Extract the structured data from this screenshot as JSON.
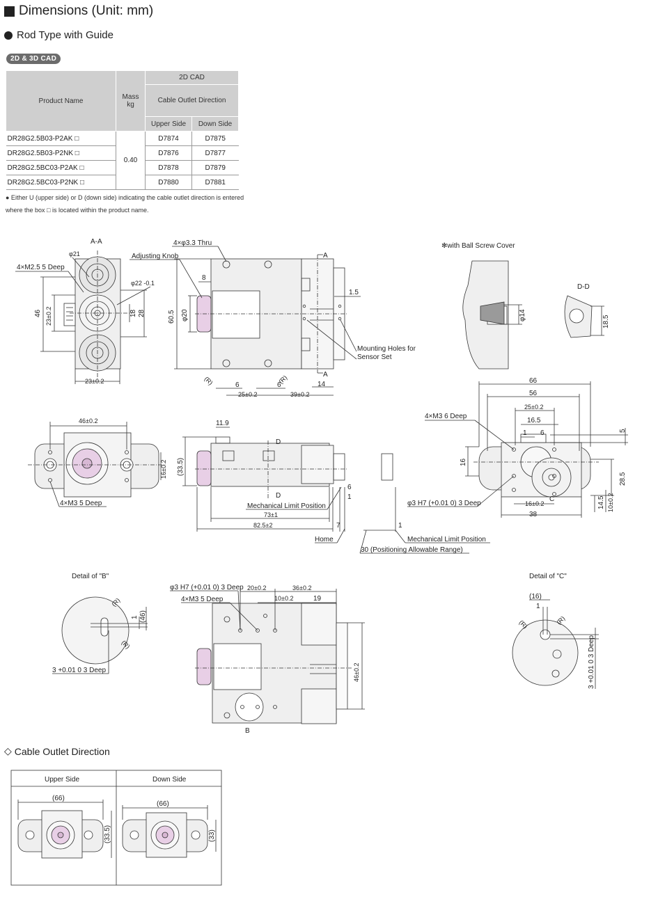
{
  "heading": "Dimensions (Unit: mm)",
  "subheading": "Rod Type with Guide",
  "cad_tag": "2D & 3D CAD",
  "table": {
    "col_product": "Product Name",
    "col_mass": "Mass",
    "col_mass_unit": "kg",
    "col_2dcad": "2D CAD",
    "col_cable_dir": "Cable Outlet Direction",
    "col_upper": "Upper Side",
    "col_down": "Down Side",
    "mass": "0.40",
    "rows": [
      {
        "name": "DR28G2.5B03-P2AK □",
        "upper": "D7874",
        "down": "D7875"
      },
      {
        "name": "DR28G2.5B03-P2NK □",
        "upper": "D7876",
        "down": "D7877"
      },
      {
        "name": "DR28G2.5BC03-P2AK □",
        "upper": "D7878",
        "down": "D7879"
      },
      {
        "name": "DR28G2.5BC03-P2NK □",
        "upper": "D7880",
        "down": "D7881"
      }
    ]
  },
  "notes": [
    "● Either U (upper side) or D (down side) indicating the cable outlet direction is entered",
    "where the box □ is located within the product name."
  ],
  "labels": {
    "aa": "A-A",
    "phi21": "φ21",
    "m25": "4×M2.5 5 Deep",
    "phi22": "φ22 -0.1",
    "d46": "46",
    "d23v": "23±0.2",
    "d18": "18",
    "d28": "28",
    "d23h": "23±0.2",
    "thru": "4×φ3.3 Thru",
    "knob": "Adjusting Knob",
    "a_top": "A",
    "a_bot": "A",
    "d8": "8",
    "d605": "60.5",
    "phi20": "φ20",
    "d15": "1.5",
    "mounting1": "Mounting Holes for",
    "mounting2": "Sensor Set",
    "r1": "(R)",
    "r2": "(R)",
    "d6a": "6",
    "d6b": "6",
    "d25": "25±0.2",
    "d39": "39±0.2",
    "d14": "14",
    "ballcover": "✻with Ball Screw Cover",
    "phi14": "φ14",
    "dd": "D-D",
    "d185": "18.5",
    "d46top": "46±0.2",
    "d16v": "16±0.2",
    "m3a": "4×M3 5 Deep",
    "d119": "11.9",
    "d335": "(33.5)",
    "dtop": "D",
    "dbot": "D",
    "mlp1": "Mechanical Limit Position",
    "d6c": "6",
    "d1a": "1",
    "d73": "73±1",
    "d825": "82.5±2",
    "d7": "7",
    "d1b": "1",
    "home": "Home",
    "mlp2": "Mechanical Limit Position",
    "range": "30 (Positioning Allowable Range)",
    "d66": "66",
    "d56": "56",
    "d25b": "25±0.2",
    "d165": "16.5",
    "d1c": "1",
    "d6d": "6",
    "m3b": "4×M3 6 Deep",
    "d5": "5",
    "d16": "16",
    "d285": "28.5",
    "phi3a": "φ3 H7 (+0.01 0) 3 Deep",
    "d16b": "16±0.2",
    "cmark": "C",
    "d38": "38",
    "d145": "14.5",
    "d10v": "10±0.2",
    "detailb": "Detail of \"B\"",
    "rb1": "(R)",
    "rb2": "(R)",
    "d1d": "1",
    "d46p": "(46)",
    "h3b": "3 +0.01 0 3 Deep",
    "phi3b": "φ3 H7 (+0.01 0) 3 Deep",
    "m3c": "4×M3 5 Deep",
    "d20": "20±0.2",
    "d36": "36±0.2",
    "d10": "10±0.2",
    "d19": "19",
    "d46side": "46±0.2",
    "bmark": "B",
    "detailc": "Detail of \"C\"",
    "d16p": "(16)",
    "d1e": "1",
    "rc1": "(R)",
    "rc2": "(R)",
    "h3c": "3 +0.01 0 3 Deep"
  },
  "cable_outlet": {
    "title": "Cable Outlet Direction",
    "upper": "Upper Side",
    "down": "Down Side",
    "upper_w": "(66)",
    "upper_h": "(33.5)",
    "down_w": "(66)",
    "down_h": "(33)"
  },
  "colors": {
    "accent_pink": "#e8cfe6",
    "body_grey": "#efefef",
    "table_header": "#cfcfcf"
  }
}
